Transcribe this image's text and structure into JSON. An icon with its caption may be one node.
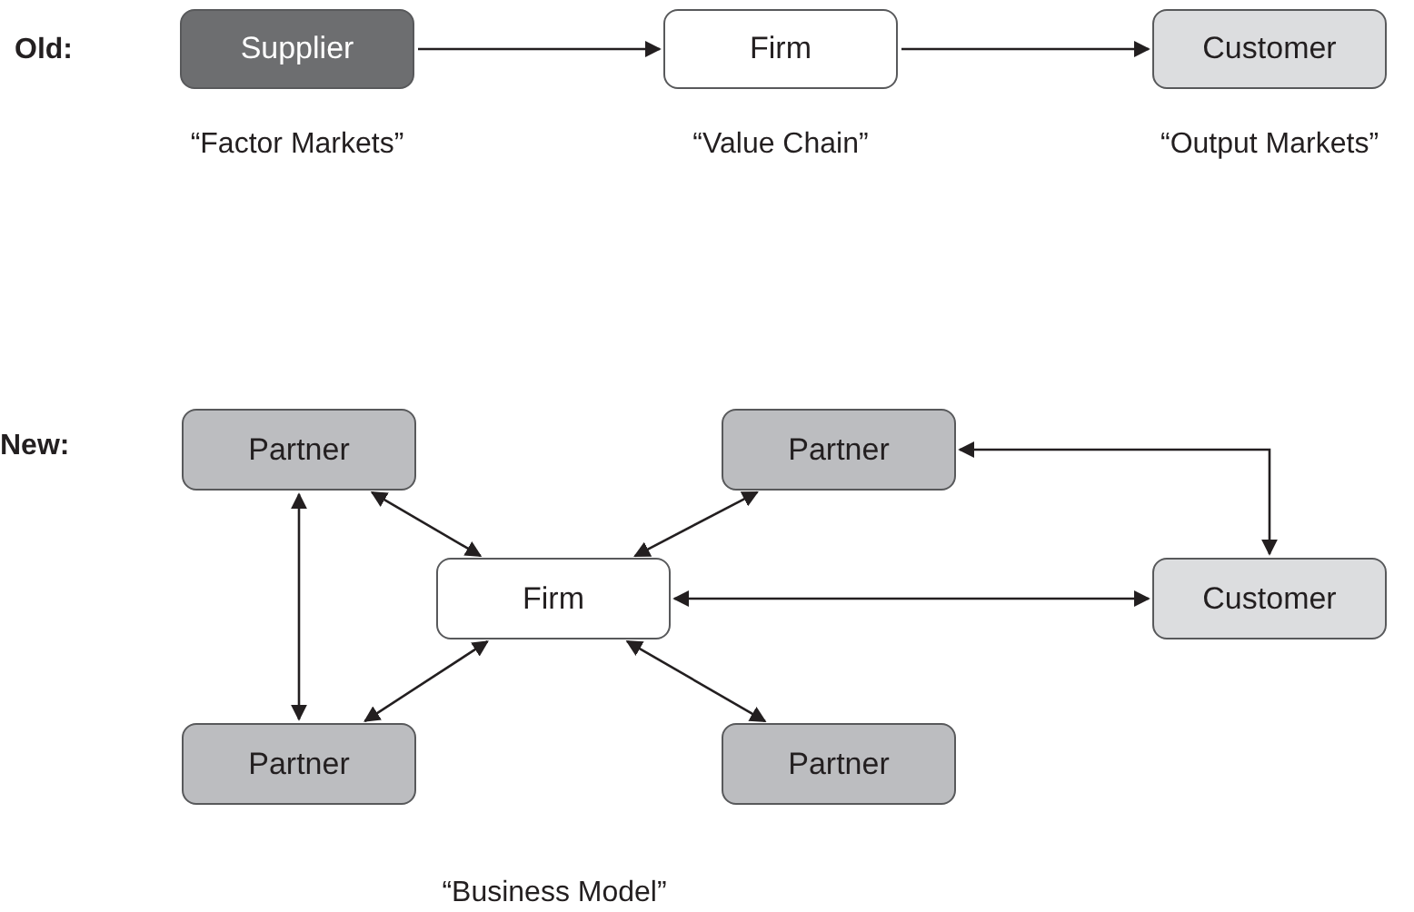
{
  "diagram": {
    "nodes": [
      {
        "text": [
          "Supplier"
        ],
        "beside": [
          "“Factor Markets”"
        ]
      },
      {
        "text": [
          "Firm"
        ],
        "beside": [
          "“Value Chain”"
        ]
      },
      {
        "text": [
          "Customer"
        ],
        "beside": [
          "“Output Markets”"
        ]
      },
      {
        "text": [
          "Partner"
        ]
      },
      {
        "text": [
          "Partner"
        ]
      },
      {
        "text": [
          "Firm"
        ]
      },
      {
        "text": [
          "Customer"
        ]
      },
      {
        "text": [
          "Partner"
        ]
      },
      {
        "text": [
          "Partner"
        ]
      }
    ],
    "edges": [
      {
        "from": 0,
        "to": 1,
        "arrow": "to"
      },
      {
        "from": 1,
        "to": 2,
        "arrow": "to"
      },
      {
        "from": 3,
        "to": 5,
        "arrow": "both"
      },
      {
        "from": 4,
        "to": 5,
        "arrow": "both"
      },
      {
        "from": 3,
        "to": 7,
        "arrow": "both"
      },
      {
        "from": 4,
        "to": 6,
        "arrow": "both"
      },
      {
        "from": 5,
        "to": 6,
        "arrow": "both"
      },
      {
        "from": 7,
        "to": 5,
        "arrow": "both"
      },
      {
        "from": 8,
        "to": 5,
        "arrow": "both"
      }
    ],
    "labels": [
      "Old:",
      "New:",
      "“Business Model”"
    ]
  }
}
